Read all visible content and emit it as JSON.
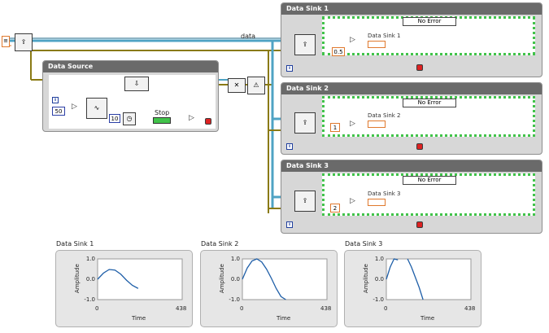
{
  "diagram": {
    "wire_label": "data",
    "source_loop": {
      "title": "Data Source",
      "count_const": "50",
      "timer_const": "10",
      "stop_label": "Stop"
    },
    "sinks": [
      {
        "title": "Data Sink 1",
        "selector": "No Error",
        "term_label": "Data Sink 1",
        "const": "0.5"
      },
      {
        "title": "Data Sink 2",
        "selector": "No Error",
        "term_label": "Data Sink 2",
        "const": "1"
      },
      {
        "title": "Data Sink 3",
        "selector": "No Error",
        "term_label": "Data Sink 3",
        "const": "2"
      }
    ]
  },
  "graphs": [
    {
      "title": "Data Sink 1",
      "ylabel": "Amplitude",
      "xlabel": "Time",
      "yticks": [
        "1.0",
        "0.0",
        "-1.0"
      ],
      "xticks": [
        "0",
        "438"
      ]
    },
    {
      "title": "Data Sink 2",
      "ylabel": "Amplitude",
      "xlabel": "Time",
      "yticks": [
        "1.0",
        "0.0",
        "-1.0"
      ],
      "xticks": [
        "0",
        "438"
      ]
    },
    {
      "title": "Data Sink 3",
      "ylabel": "Amplitude",
      "xlabel": "Time",
      "yticks": [
        "1.0",
        "0.0",
        "-1.0"
      ],
      "xticks": [
        "0",
        "438"
      ]
    }
  ],
  "chart_data": [
    {
      "type": "line",
      "title": "Data Sink 1",
      "xlabel": "Time",
      "ylabel": "Amplitude",
      "xlim": [
        0,
        438
      ],
      "ylim": [
        -1,
        1
      ],
      "series": [
        {
          "x": [
            0,
            30,
            60,
            90,
            120,
            150,
            180,
            210
          ],
          "y": [
            0.0,
            0.3,
            0.48,
            0.45,
            0.25,
            -0.05,
            -0.3,
            -0.45
          ]
        }
      ]
    },
    {
      "type": "line",
      "title": "Data Sink 2",
      "xlabel": "Time",
      "ylabel": "Amplitude",
      "xlim": [
        0,
        438
      ],
      "ylim": [
        -1,
        1
      ],
      "series": [
        {
          "x": [
            0,
            25,
            50,
            75,
            100,
            125,
            150,
            175,
            200,
            225
          ],
          "y": [
            0.0,
            0.55,
            0.9,
            1.0,
            0.85,
            0.5,
            0.05,
            -0.45,
            -0.85,
            -1.0
          ]
        }
      ]
    },
    {
      "type": "line",
      "title": "Data Sink 3",
      "xlabel": "Time",
      "ylabel": "Amplitude",
      "xlim": [
        0,
        438
      ],
      "ylim": [
        -1,
        1
      ],
      "series": [
        {
          "x": [
            0,
            20,
            40,
            60
          ],
          "y": [
            0.0,
            0.6,
            1.0,
            0.95
          ]
        },
        {
          "x": [
            110,
            130,
            150,
            170,
            190
          ],
          "y": [
            1.0,
            0.6,
            0.1,
            -0.4,
            -1.0
          ]
        }
      ]
    }
  ]
}
